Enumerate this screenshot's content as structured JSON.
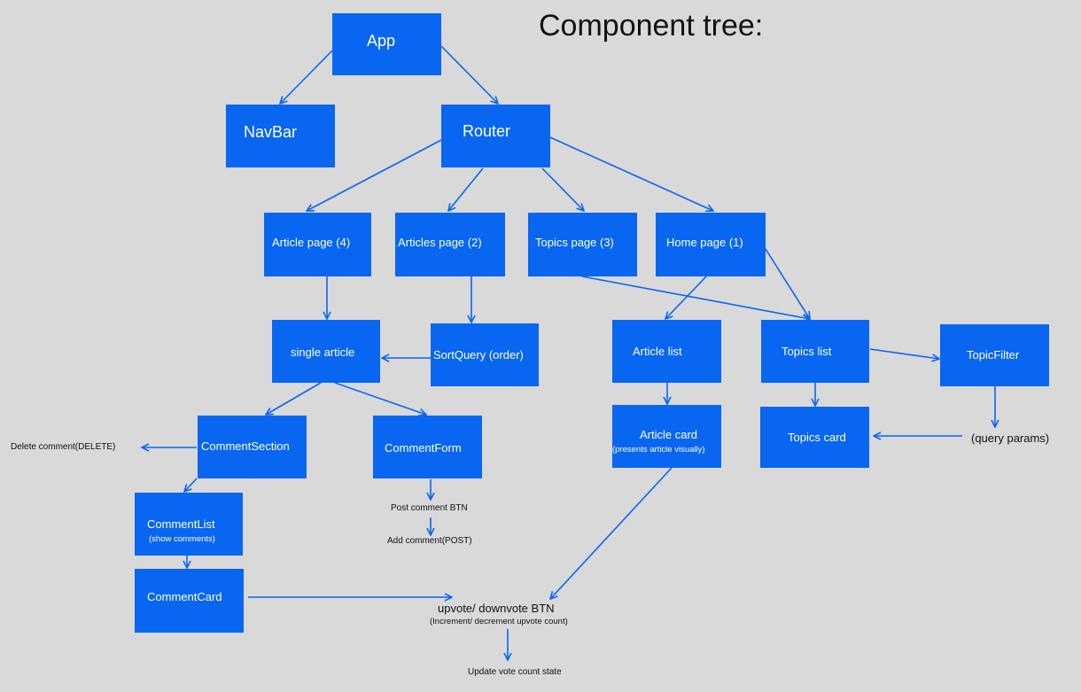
{
  "title": "Component tree:",
  "nodes": {
    "app": "App",
    "navbar": "NavBar",
    "router": "Router",
    "article_page": "Article page (4)",
    "articles_page": "Articles page (2)",
    "topics_page": "Topics page (3)",
    "home_page": "Home page (1)",
    "single_article": "single article",
    "sort_query": "SortQuery (order)",
    "article_list": "Article list",
    "topics_list": "Topics list",
    "topic_filter": "TopicFilter",
    "comment_section": "CommentSection",
    "comment_form": "CommentForm",
    "article_card": "Article card",
    "article_card_sub": "(presents article visually)",
    "topics_card": "Topics card",
    "comment_list": "CommentList",
    "comment_list_sub": "(show comments)",
    "comment_card": "CommentCard"
  },
  "labels": {
    "delete_comment": "Delete comment(DELETE)",
    "query_params": "(query params)",
    "post_comment_btn": "Post comment BTN",
    "add_comment": "Add comment(POST)",
    "vote_btn": "upvote/ downvote BTN",
    "vote_sub": "(Increment/ decrement upvote count)",
    "update_vote": "Update vote count state"
  },
  "colors": {
    "node_fill": "#0866f0",
    "arrow": "#0866f0",
    "background": "#d9d9d9",
    "text_on_node": "#ffffff",
    "text": "#111111"
  }
}
